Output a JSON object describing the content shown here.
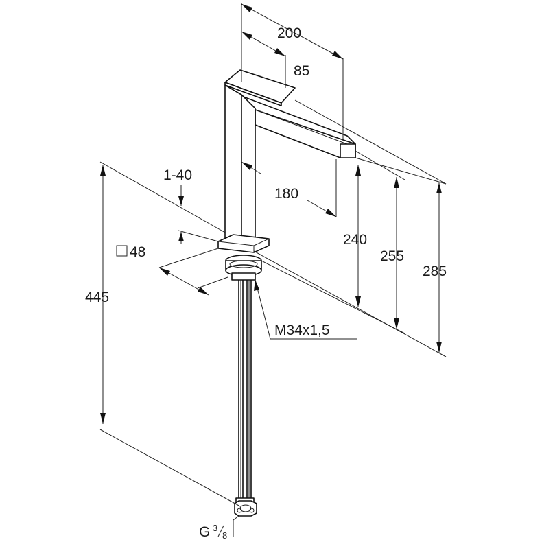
{
  "dimensions": {
    "spout_length": "200",
    "handle_length": "85",
    "reach": "180",
    "deck_thickness": "1-40",
    "base_square": "48",
    "outlet_height": "240",
    "body_height": "255",
    "total_height": "285",
    "hose_length": "445",
    "thread": "M34x1,5",
    "connection_prefix": "G",
    "connection_num": "3",
    "connection_den": "8"
  },
  "icons": {
    "square_symbol": "square-icon"
  }
}
